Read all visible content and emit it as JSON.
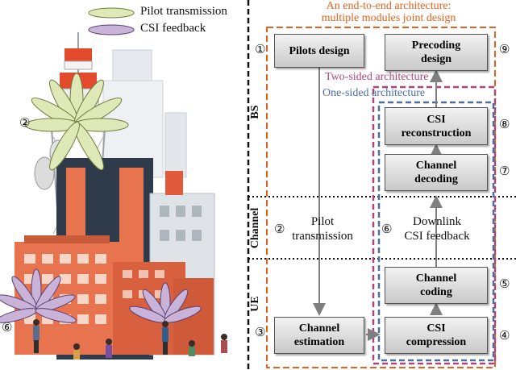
{
  "title": {
    "line1": "An end-to-end architecture:",
    "line2": "multiple modules joint design"
  },
  "legend": {
    "pilot": "Pilot transmission",
    "csi": "CSI feedback"
  },
  "zones": {
    "bs": "BS",
    "channel": "Channel",
    "ue": "UE"
  },
  "architectures": {
    "two_sided": "Two-sided architecture",
    "one_sided": "One-sided architecture"
  },
  "modules": {
    "pilots_design": {
      "num": "①",
      "line1": "Pilots design",
      "line2": ""
    },
    "precoding_design": {
      "num": "⑨",
      "line1": "Precoding",
      "line2": "design"
    },
    "csi_reconstruction": {
      "num": "⑧",
      "line1": "CSI",
      "line2": "reconstruction"
    },
    "channel_decoding": {
      "num": "⑦",
      "line1": "Channel",
      "line2": "decoding"
    },
    "channel_coding": {
      "num": "⑤",
      "line1": "Channel",
      "line2": "coding"
    },
    "csi_compression": {
      "num": "④",
      "line1": "CSI",
      "line2": "compression"
    },
    "channel_estimation": {
      "num": "③",
      "line1": "Channel",
      "line2": "estimation"
    }
  },
  "channel_text": {
    "pilot_num": "②",
    "pilot_line1": "Pilot",
    "pilot_line2": "transmission",
    "feedback_num": "⑥",
    "feedback_line1": "Downlink",
    "feedback_line2": "CSI feedback"
  },
  "illustration": {
    "bs_antenna_num": "②",
    "ue_antenna_num": "⑥"
  },
  "colors": {
    "title": "#e5621c",
    "two_sided": "#b0447a",
    "one_sided": "#4a6fa5",
    "pilot_beam": "#dfe9b8",
    "csi_beam": "#c9b3d9",
    "building_orange": "#e8744f",
    "building_dark": "#2f3a4a"
  }
}
